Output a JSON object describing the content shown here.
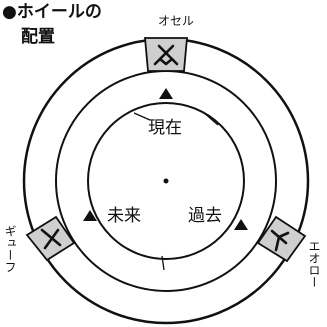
{
  "title": {
    "bullet": "●",
    "line1": "ホイールの",
    "line2": "配置"
  },
  "outer_labels": {
    "top": "オセル",
    "left": "ギューフ",
    "right": "エオロー"
  },
  "inner_labels": {
    "present": "現在",
    "future": "未来",
    "past": "過去"
  },
  "runes": {
    "top": "ᛟ",
    "left": "ᚷ",
    "right": "ᛉ"
  },
  "colors": {
    "ring_fill": "#ffffff",
    "tab_fill": "#cfcfcf",
    "line": "#111111"
  }
}
